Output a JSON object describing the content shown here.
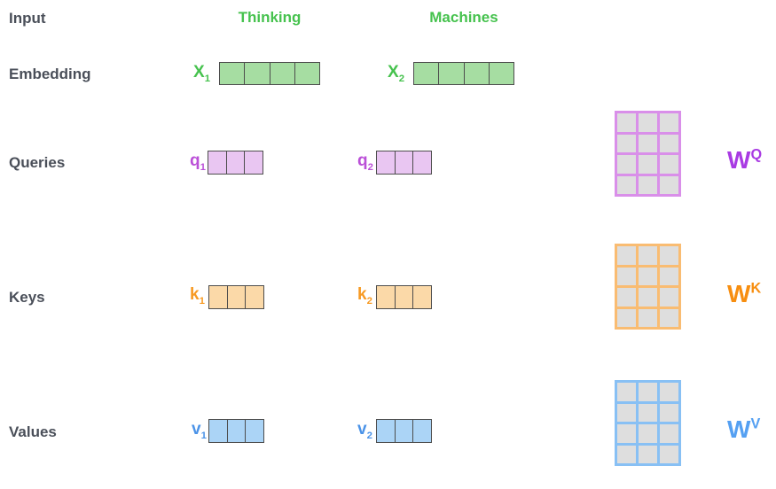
{
  "colors": {
    "label_text": "#4a4f59",
    "green_text": "#46c24e",
    "green_fill": "#a6dda2",
    "purple_text": "#bb50d8",
    "purple_fill": "#e9c6f2",
    "purple_matrix": "#d98fe9",
    "purple_w": "#a93be3",
    "orange_text": "#f79a23",
    "orange_fill": "#fbd9a8",
    "orange_matrix": "#f9bc72",
    "orange_w": "#f78e10",
    "blue_text": "#4b93e8",
    "blue_fill": "#abd4f6",
    "blue_matrix": "#88c0f4",
    "blue_w": "#55a0f2",
    "cell_border": "#4d4d4d",
    "matrix_cell": "#dedede"
  },
  "row_labels": {
    "input": "Input",
    "embedding": "Embedding",
    "queries": "Queries",
    "keys": "Keys",
    "values": "Values"
  },
  "tokens": {
    "first": "Thinking",
    "second": "Machines"
  },
  "embedding": {
    "x1": {
      "base": "X",
      "sub": "1",
      "cells": 4
    },
    "x2": {
      "base": "X",
      "sub": "2",
      "cells": 4
    }
  },
  "queries": {
    "q1": {
      "base": "q",
      "sub": "1",
      "cells": 3
    },
    "q2": {
      "base": "q",
      "sub": "2",
      "cells": 3
    }
  },
  "keys": {
    "k1": {
      "base": "k",
      "sub": "1",
      "cells": 3
    },
    "k2": {
      "base": "k",
      "sub": "2",
      "cells": 3
    }
  },
  "values": {
    "v1": {
      "base": "v",
      "sub": "1",
      "cells": 3
    },
    "v2": {
      "base": "v",
      "sub": "2",
      "cells": 3
    }
  },
  "weight_matrices": {
    "wq": {
      "base": "W",
      "sup": "Q",
      "rows": 4,
      "cols": 3
    },
    "wk": {
      "base": "W",
      "sup": "K",
      "rows": 4,
      "cols": 3
    },
    "wv": {
      "base": "W",
      "sup": "V",
      "rows": 4,
      "cols": 3
    }
  }
}
